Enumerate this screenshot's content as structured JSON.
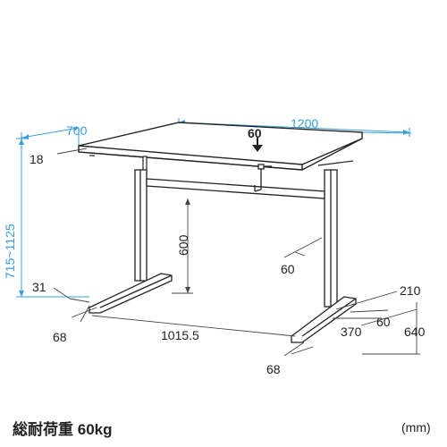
{
  "dimensions": {
    "width": "1200",
    "depth": "700",
    "top_thickness": "18",
    "height_range": "715~1125",
    "stretcher_gap": "60",
    "leg_clearance": "600",
    "crank_offset": "60",
    "foot_height": "31",
    "foot_width_left": "68",
    "foot_width_right": "68",
    "inner_span": "1015.5",
    "leg_depth_a": "210",
    "leg_depth_b": "60",
    "leg_depth_c": "370",
    "leg_depth_d": "640"
  },
  "spec": {
    "load_label": "総耐荷重",
    "load_value": "60kg"
  },
  "unit_label": "(mm)",
  "colors": {
    "dimension_blue": "#3a9fd8",
    "line_dark": "#222222",
    "dim_gray": "#555555"
  }
}
